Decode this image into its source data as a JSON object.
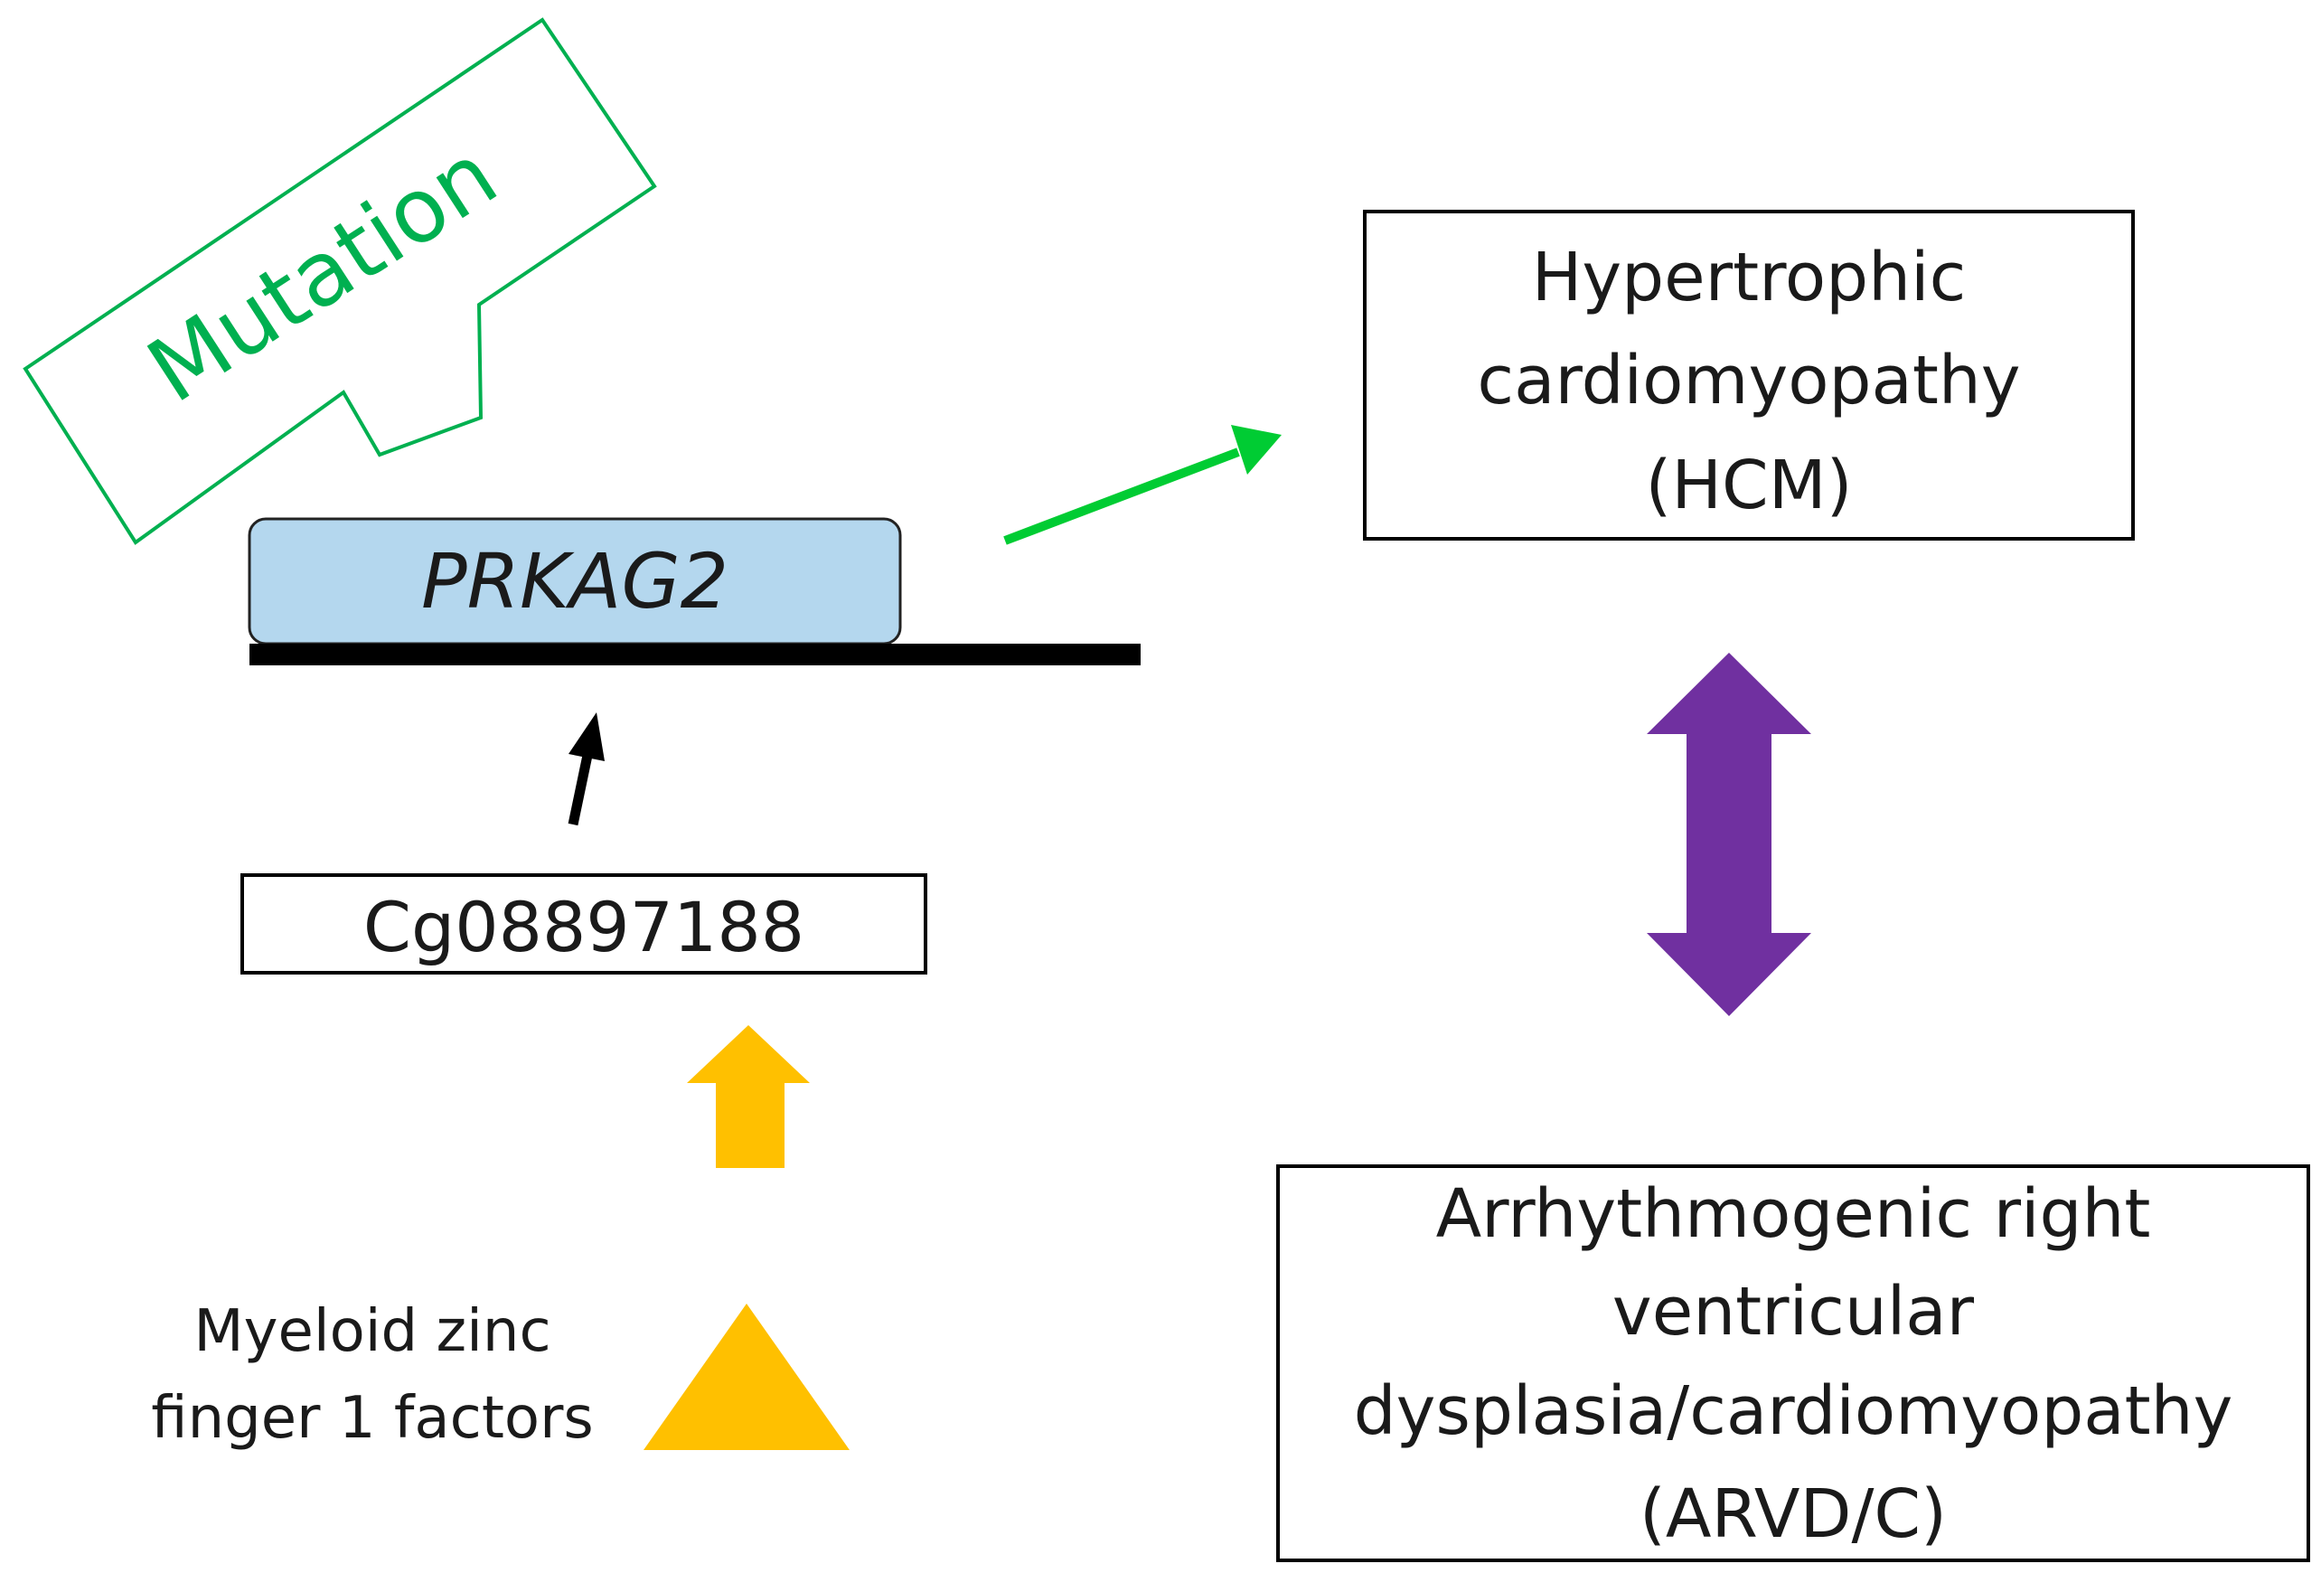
{
  "colors": {
    "mutation_green": "#00b050",
    "arrow_green": "#00cc33",
    "gene_fill": "#b4d7ee",
    "purple": "#7030a0",
    "gold": "#ffc000",
    "line": "#000000"
  },
  "mutation": {
    "label": "Mutation"
  },
  "gene": {
    "label": "PRKAG2"
  },
  "cpg": {
    "label": "Cg08897188"
  },
  "factor": {
    "line1": "Myeloid zinc",
    "line2": "finger 1 factors"
  },
  "hcm": {
    "line1": "Hypertrophic",
    "line2": "cardiomyopathy",
    "line3": "(HCM)"
  },
  "arvd": {
    "line1": "Arrhythmogenic right",
    "line2": "ventricular",
    "line3": "dysplasia/cardiomyopathy",
    "line4": "(ARVD/C)"
  }
}
